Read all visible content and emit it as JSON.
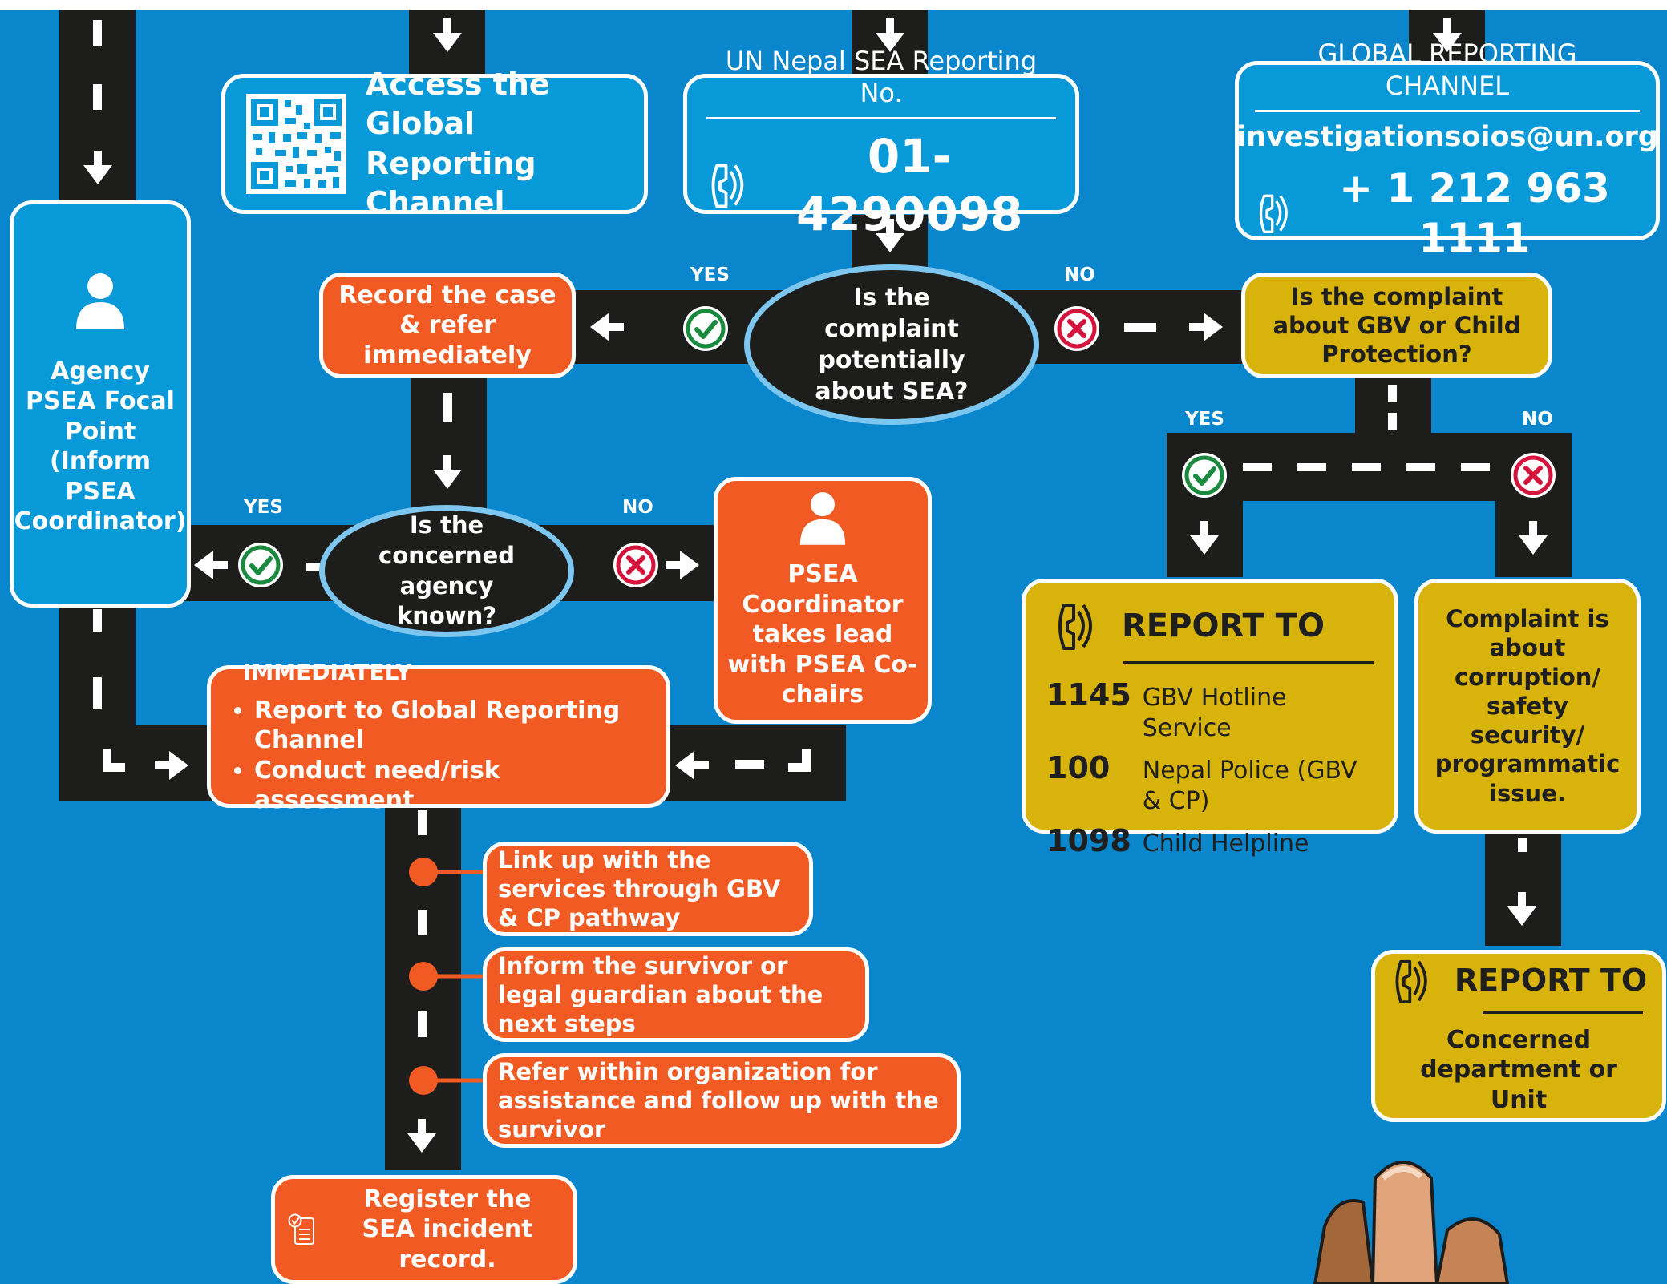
{
  "global_access": {
    "label": "Access the Global Reporting Channel"
  },
  "un_nepal": {
    "title": "UN Nepal SEA Reporting No.",
    "number": "01-4290098"
  },
  "global_channel": {
    "title": "GLOBAL REPORTING CHANNEL",
    "email": "investigationsoios@un.org",
    "phone": "+ 1 212 963 1111"
  },
  "q_sea": {
    "text": "Is the complaint potentially about SEA?",
    "yes": "YES",
    "no": "NO"
  },
  "record_case": {
    "text": "Record the case & refer immediately"
  },
  "q_gbv": {
    "text": "Is the complaint about GBV or Child Protection?",
    "yes": "YES",
    "no": "NO"
  },
  "focal_point": {
    "text": "Agency PSEA Focal Point (Inform PSEA Coordinator)"
  },
  "q_agency": {
    "text": "Is the concerned agency known?",
    "yes": "YES",
    "no": "NO"
  },
  "psea_coord": {
    "text": "PSEA Coordinator takes lead with PSEA Co-chairs"
  },
  "immediately": {
    "title": "IMMEDIATELY",
    "items": [
      "Report to Global Reporting Channel",
      "Conduct need/risk assessment"
    ]
  },
  "report_to_1": {
    "title": "REPORT TO",
    "lines": [
      {
        "num": "1145",
        "label": "GBV Hotline Service"
      },
      {
        "num": "100",
        "label": "Nepal Police (GBV & CP)"
      },
      {
        "num": "1098",
        "label": "Child Helpline"
      }
    ]
  },
  "complaint_other": {
    "text": "Complaint is about corruption/ safety security/ programmatic issue."
  },
  "report_to_2": {
    "title": "REPORT TO",
    "text": "Concerned department or Unit"
  },
  "steps": [
    "Link up with the services through GBV & CP pathway",
    "Inform the survivor or legal guardian about the next steps",
    "Refer within organization for assistance and follow up with the survivor"
  ],
  "register": {
    "text": "Register the SEA incident record."
  },
  "colors": {
    "background": "#0a86cc",
    "road": "#1d1d1b",
    "blue_box": "#0899d9",
    "orange_box": "#f15a22",
    "gold_box": "#d7b30b",
    "oval_border": "#7cc6ef",
    "yes_green": "#1a8a3e",
    "no_red": "#d4143c"
  }
}
